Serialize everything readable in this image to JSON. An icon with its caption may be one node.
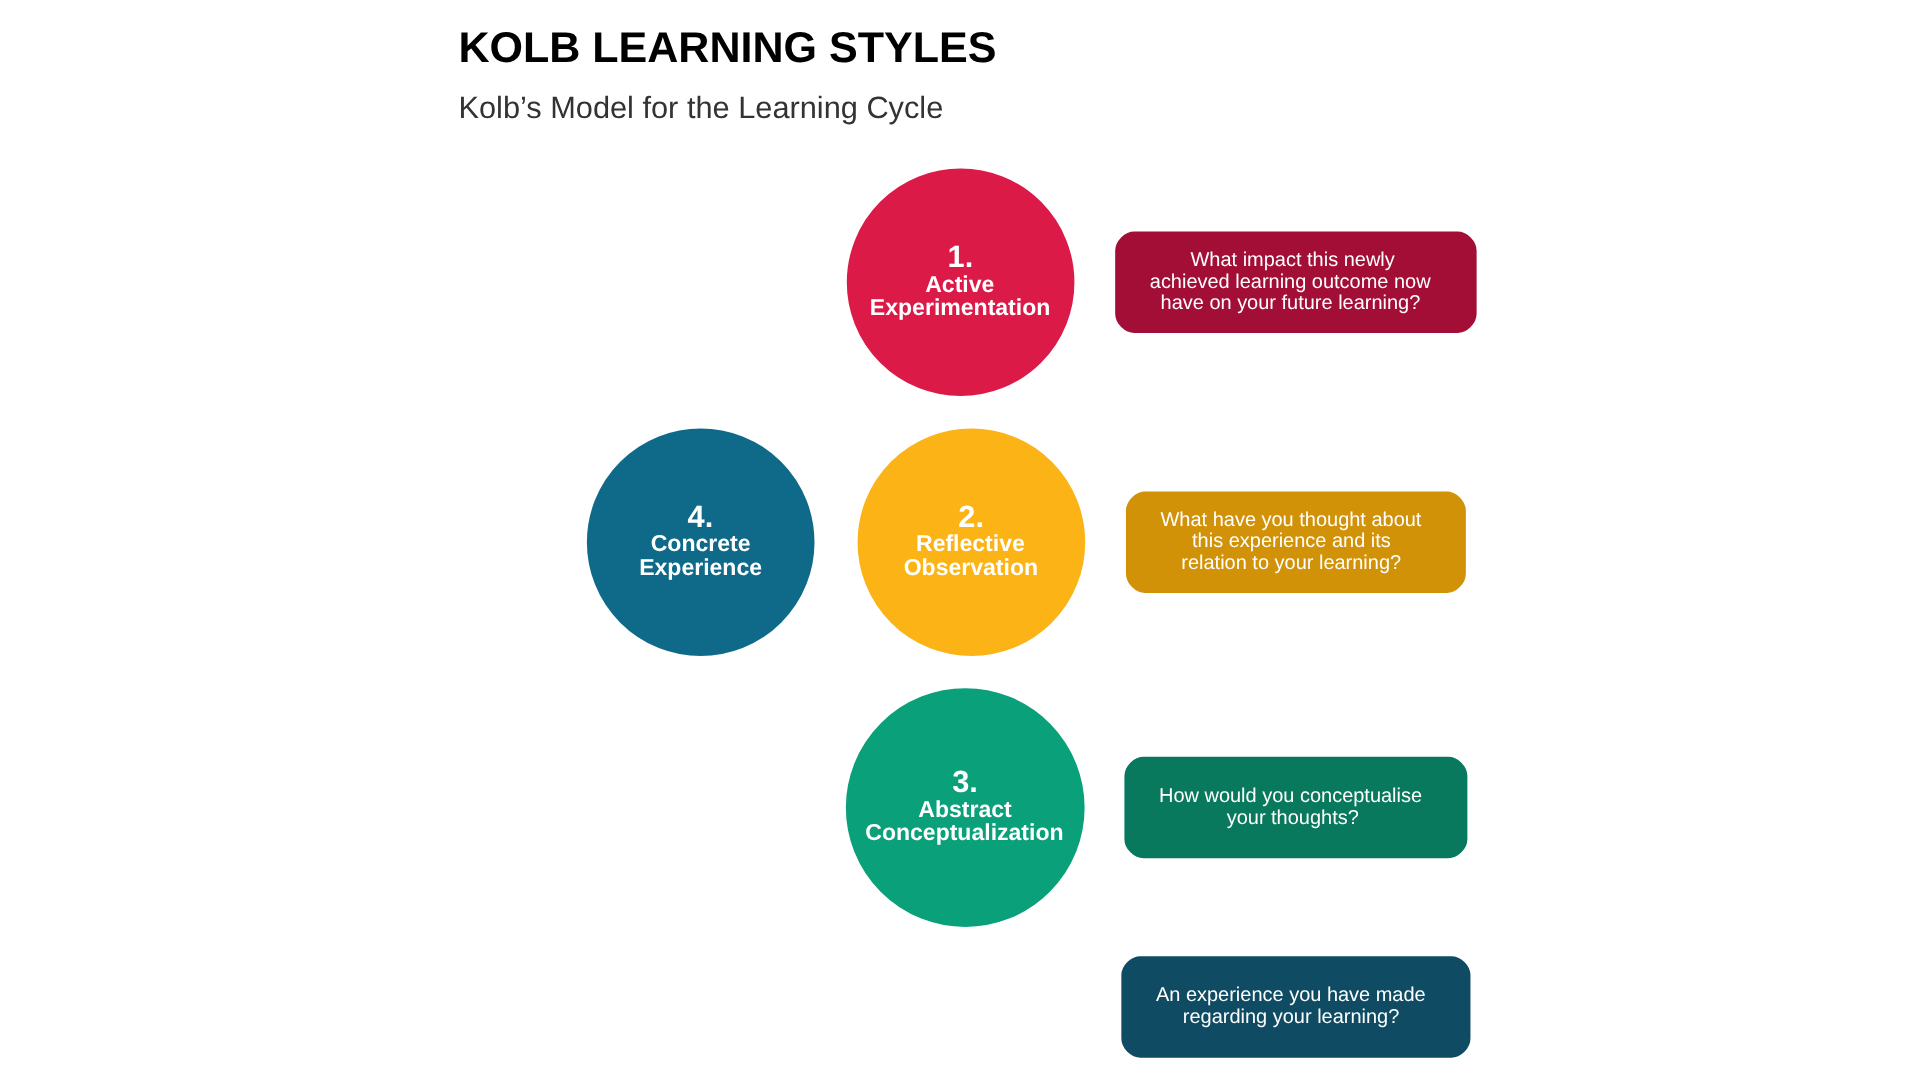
{
  "diagram": {
    "title": "KOLB LEARNING STYLES",
    "nodes": [
      {
        "text": [
          "1.",
          "Active Experimentation"
        ]
      },
      {
        "text": [
          "2.",
          "Reflective Observation"
        ]
      },
      {
        "text": [
          "3.",
          "Abstract Conceptualization"
        ]
      },
      {
        "text": [
          "4.",
          "Concrete Experience"
        ]
      },
      {
        "text": [
          "What impact this newly achieved learning outcome now have on your future learning?"
        ]
      },
      {
        "text": [
          "What have you thought about this experience and its relation to your learning?"
        ]
      },
      {
        "text": [
          "How would you conceptualise your thoughts?"
        ]
      },
      {
        "text": [
          "An experience you have made regarding your learning?"
        ]
      }
    ],
    "labels": [
      "Kolb’s Model for the Learning Cycle"
    ]
  }
}
